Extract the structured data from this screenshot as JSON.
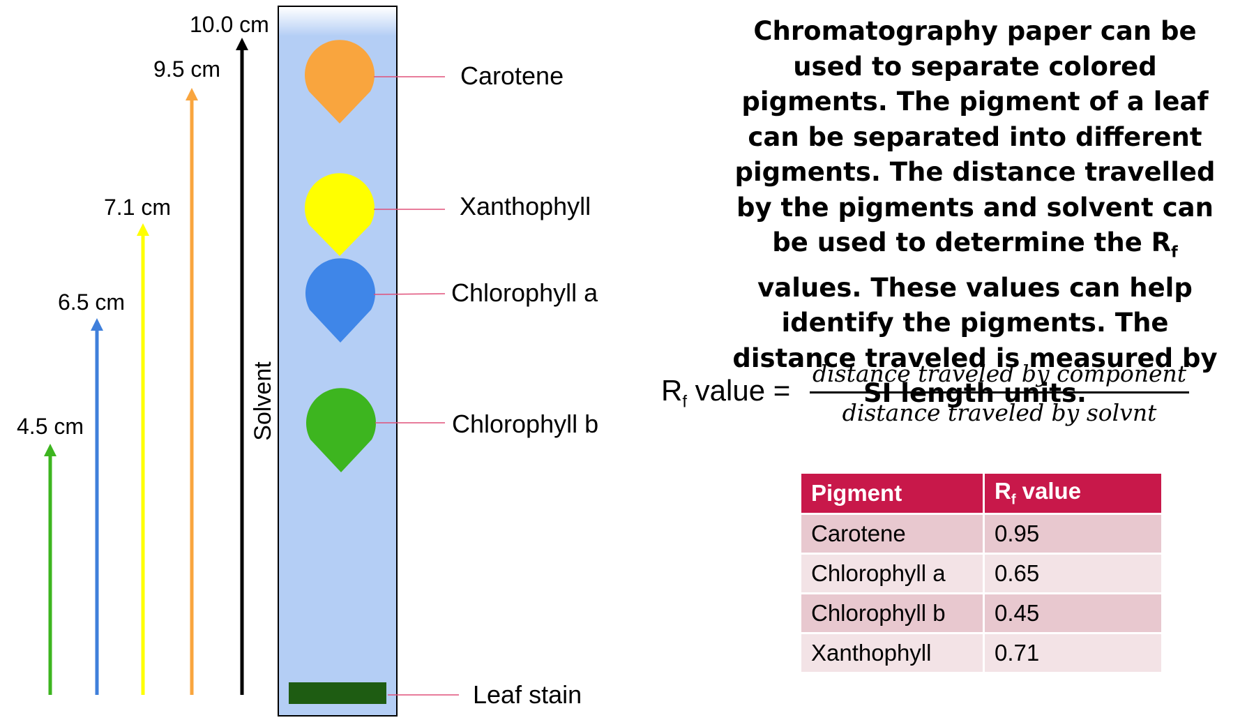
{
  "measurements": [
    {
      "label": "4.5 cm",
      "color": "#3DB51F"
    },
    {
      "label": "6.5 cm",
      "color": "#3F7FDB"
    },
    {
      "label": "7.1 cm",
      "color": "#FFFF00"
    },
    {
      "label": "9.5 cm",
      "color": "#F9A53E"
    },
    {
      "label": "10.0 cm",
      "color": "#000000"
    }
  ],
  "solvent_label": "Solvent",
  "strip_color": "#B4CEF5",
  "pigments": [
    {
      "name": "Carotene",
      "color": "#F9A53E"
    },
    {
      "name": "Xanthophyll",
      "color": "#FFFF00"
    },
    {
      "name": "Chlorophyll a",
      "color": "#3F86E8"
    },
    {
      "name": "Chlorophyll b",
      "color": "#3DB51F"
    }
  ],
  "leaf_stain": {
    "name": "Leaf stain",
    "color": "#1E5C12"
  },
  "description": "Chromatography paper can be used to separate colored pigments. The pigment of a leaf can be separated into different pigments. The distance travelled by the pigments and solvent can be used to determine the Rf values. These values can help identify the pigments. The distance traveled is measured by SI length units.",
  "formula": {
    "lhs_main": "R",
    "lhs_sub": "f",
    "lhs_rest": " value = ",
    "numerator": "distance traveled by component",
    "denominator": "distance traveled by solvnt"
  },
  "table": {
    "header_pigment": "Pigment",
    "header_rf_main": "R",
    "header_rf_sub": "f",
    "header_rf_rest": " value",
    "header_color": "#C8184A",
    "rows": [
      {
        "pigment": "Carotene",
        "rf": "0.95"
      },
      {
        "pigment": "Chlorophyll a",
        "rf": "0.65"
      },
      {
        "pigment": "Chlorophyll b",
        "rf": "0.45"
      },
      {
        "pigment": "Xanthophyll",
        "rf": "0.71"
      }
    ]
  }
}
